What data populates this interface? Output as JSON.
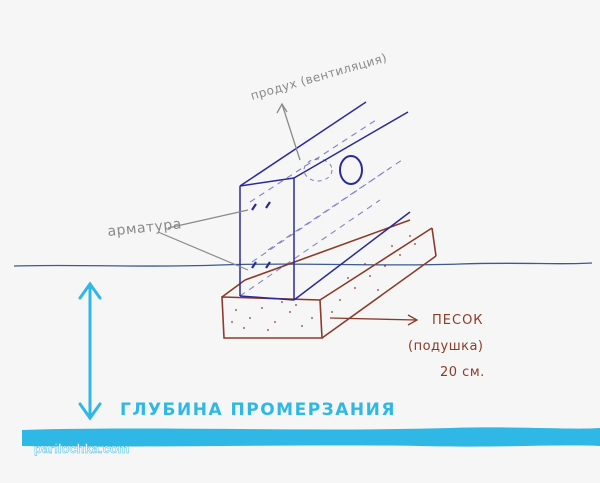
{
  "labels": {
    "vent": "продух (вентиляция)",
    "rebar": "арматура",
    "sand": "ПЕСОК",
    "cushion": "(подушка)",
    "sand_depth": "20 см.",
    "frost_depth": "ГЛУБИНА ПРОМЕРЗАНИЯ"
  },
  "watermark": "parilochka.com",
  "colors": {
    "ink_blue": "#2a2a9a",
    "ink_grey": "#8a8a8a",
    "ink_brown": "#8a3c2a",
    "cyan": "#2fb8e6",
    "water_line": "#3a5a90"
  }
}
